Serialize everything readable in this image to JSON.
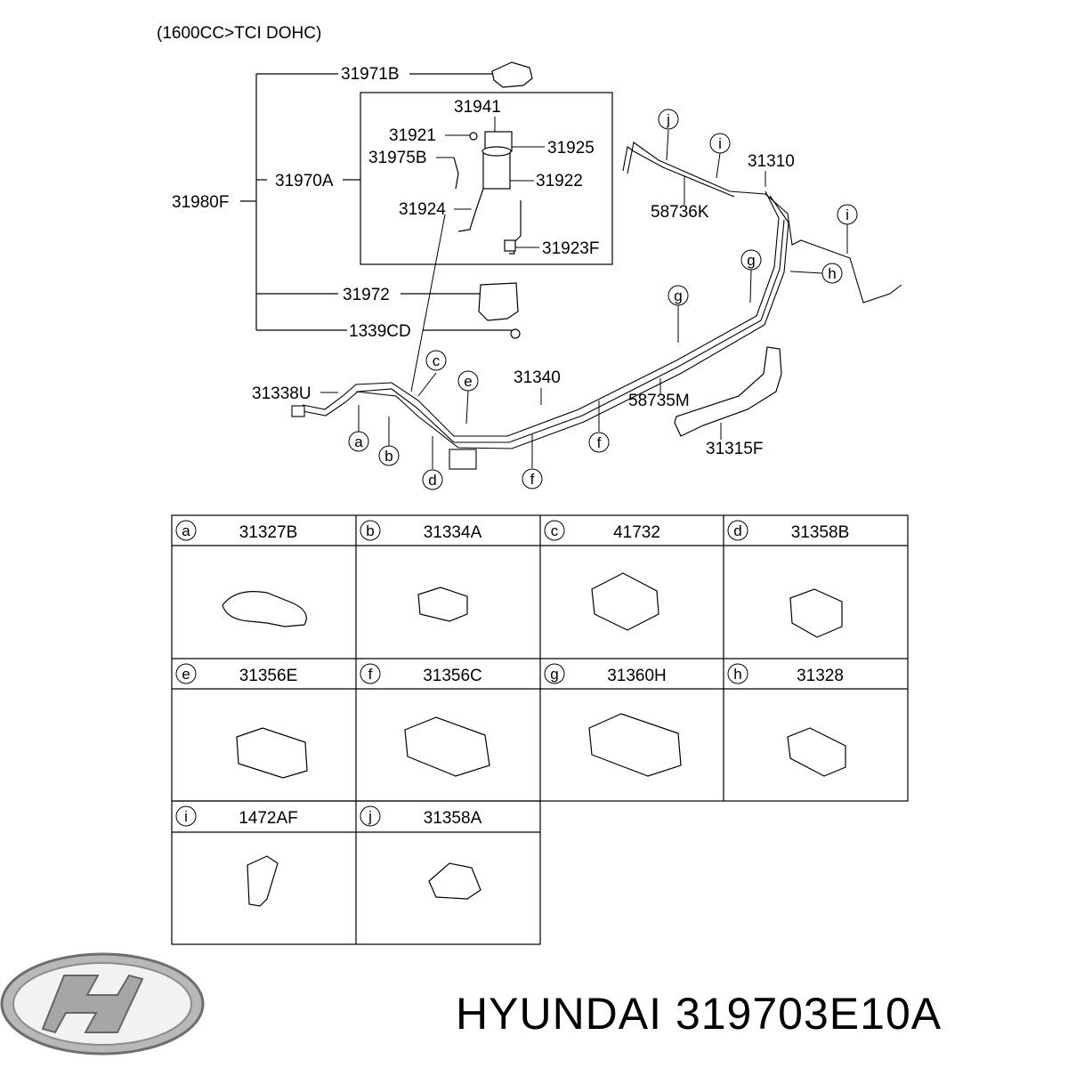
{
  "header": {
    "engine_note": "(1600CC>TCI DOHC)"
  },
  "parts": {
    "p31971B": "31971B",
    "p31941": "31941",
    "p31921": "31921",
    "p31925": "31925",
    "p31975B": "31975B",
    "p31922": "31922",
    "p31970A": "31970A",
    "p31980F": "31980F",
    "p31924": "31924",
    "p31923F": "31923F",
    "p31972": "31972",
    "p1339CD": "1339CD",
    "p31338U": "31338U",
    "p31340": "31340",
    "p58735M": "58735M",
    "p31315F": "31315F",
    "p58736K": "58736K",
    "p31310": "31310"
  },
  "callouts": {
    "a": "a",
    "b": "b",
    "c": "c",
    "d": "d",
    "e": "e",
    "f": "f",
    "g": "g",
    "h": "h",
    "i": "i",
    "j": "j"
  },
  "clip_table": [
    {
      "letter": "a",
      "part": "31327B"
    },
    {
      "letter": "b",
      "part": "31334A"
    },
    {
      "letter": "c",
      "part": "41732"
    },
    {
      "letter": "d",
      "part": "31358B"
    },
    {
      "letter": "e",
      "part": "31356E"
    },
    {
      "letter": "f",
      "part": "31356C"
    },
    {
      "letter": "g",
      "part": "31360H"
    },
    {
      "letter": "h",
      "part": "31328"
    },
    {
      "letter": "i",
      "part": "1472AF"
    },
    {
      "letter": "j",
      "part": "31358A"
    }
  ],
  "footer": {
    "brand": "HYUNDAI",
    "part_number": "319703E10A"
  },
  "colors": {
    "line": "#000000",
    "logo_silver": "#8c8c8c"
  }
}
